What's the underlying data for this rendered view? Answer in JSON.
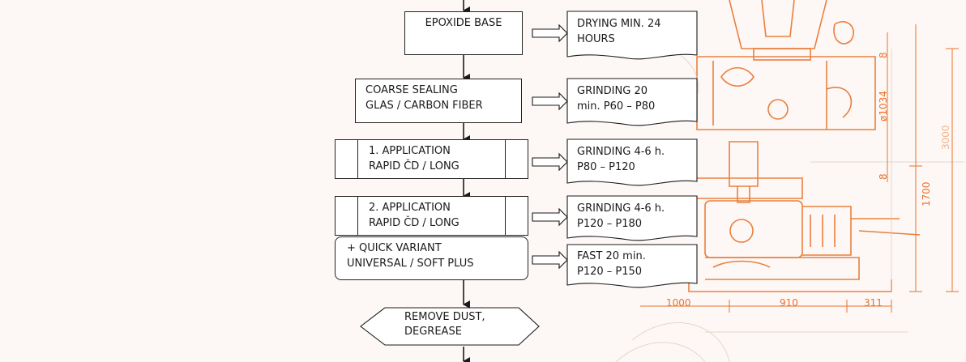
{
  "flow": {
    "epoxide_base": {
      "line1": "EPOXIDE BASE"
    },
    "coarse_sealing": {
      "line1": "COARSE SEALING",
      "line2": "GLAS / CARBON FIBER"
    },
    "application1": {
      "line1": "1. APPLICATION",
      "line2": "RAPID ČD / LONG"
    },
    "application2": {
      "line1": "2. APPLICATION",
      "line2": "RAPID ČD / LONG"
    },
    "quick_variant": {
      "line1": "+ QUICK VARIANT",
      "line2": "UNIVERSAL / SOFT PLUS"
    },
    "remove_dust": {
      "line1": "REMOVE DUST,",
      "line2": "DEGREASE"
    }
  },
  "notes": {
    "drying": {
      "line1": "DRYING MIN. 24",
      "line2": "HOURS"
    },
    "grinding1": {
      "line1": "GRINDING 20",
      "line2": "min. P60 – P80"
    },
    "grinding2": {
      "line1": "GRINDING  4-6 h.",
      "line2": "P80 – P120"
    },
    "grinding3": {
      "line1": "GRINDING  4-6 h.",
      "line2": "P120 – P180"
    },
    "fast": {
      "line1": "FAST 20 min.",
      "line2": "P120 – P150"
    }
  },
  "drawing_dimensions": {
    "d1000": "1000",
    "d910": "910",
    "d311": "311",
    "d1700": "1700",
    "d3000": "3000",
    "d1034": "ø1034",
    "d8a": "8",
    "d8b": "8"
  },
  "colors": {
    "drawing": "#e8722b",
    "ink": "#1a1a1a",
    "background": "#fdf8f5"
  }
}
